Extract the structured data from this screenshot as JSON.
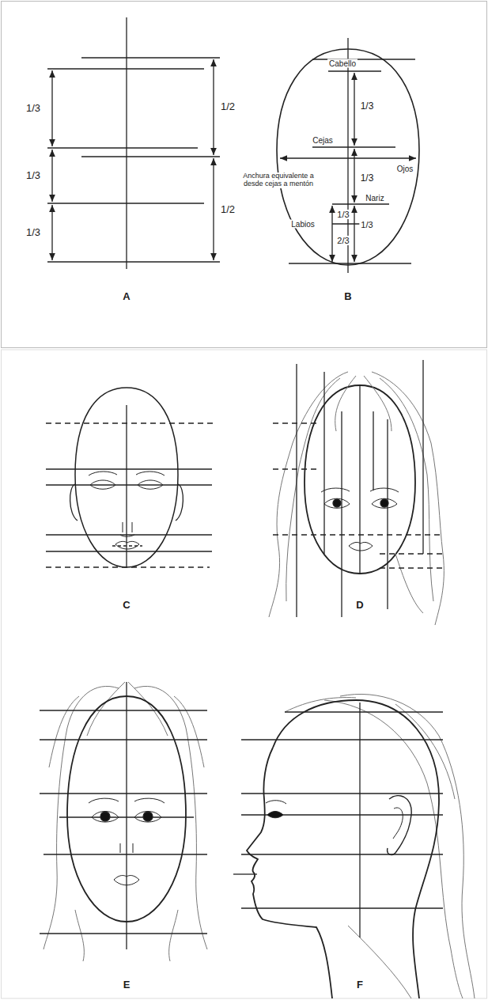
{
  "diagram": {
    "labels": [
      "1/3",
      "1/2",
      "1/3",
      "1/3",
      "1/2",
      "A",
      "Cabello",
      "1/3",
      "Cejas",
      "Ojos",
      "Anchura equivalente a desde cejas a mentón",
      "1/3",
      "Nariz",
      "1/3",
      "1/3",
      "Labios",
      "2/3",
      "B",
      "C",
      "D",
      "E",
      "F"
    ]
  }
}
